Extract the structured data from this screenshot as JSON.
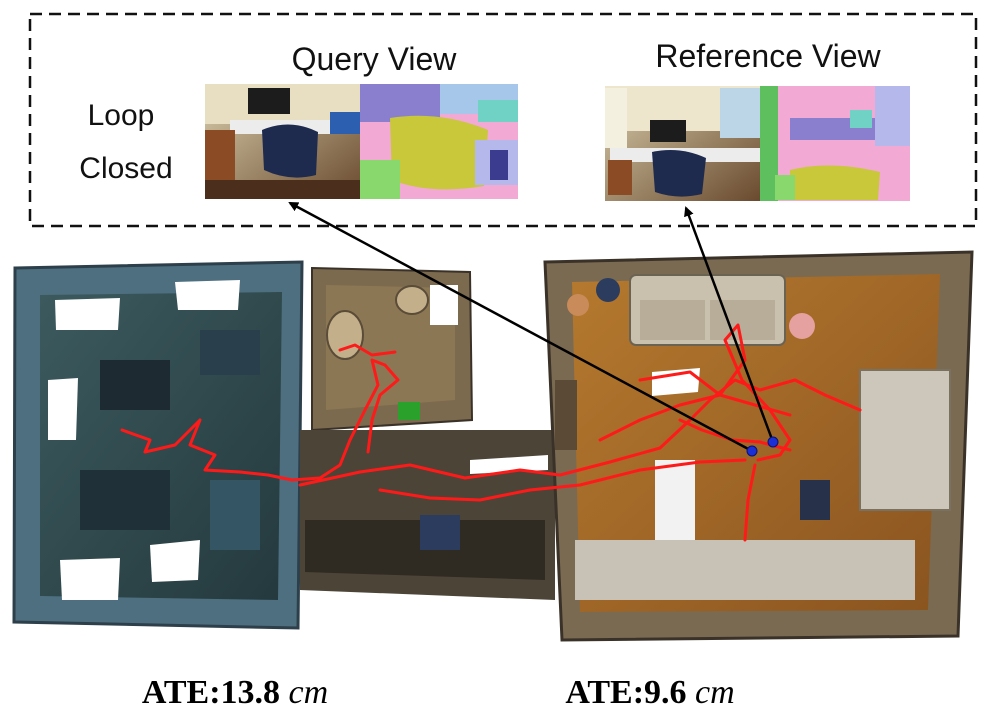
{
  "loop_box": {
    "label_line1": "Loop",
    "label_line2": "Closed",
    "query_title": "Query View",
    "reference_title": "Reference View"
  },
  "results": {
    "left_ate_label": "ATE:13.8",
    "left_ate_unit": "cm",
    "right_ate_label": "ATE:9.6",
    "right_ate_unit": "cm"
  },
  "colors": {
    "trajectory": "#ff1a1a",
    "keyframe": "#1a2fd6",
    "arrow": "#000000"
  }
}
